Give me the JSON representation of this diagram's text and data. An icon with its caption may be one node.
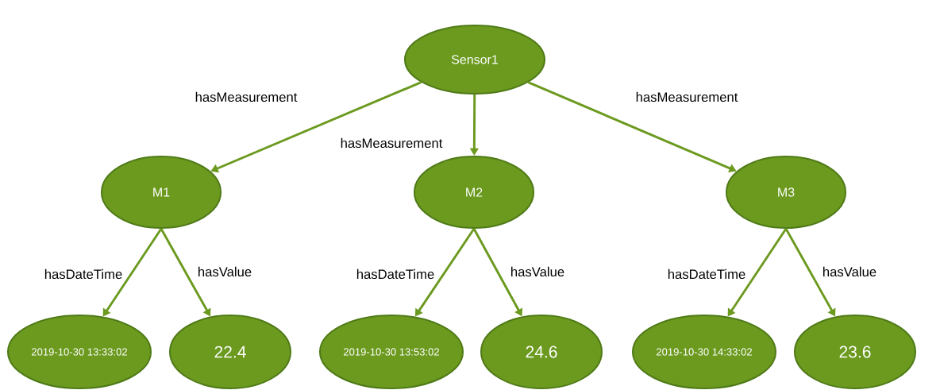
{
  "diagram": {
    "nodes": [
      {
        "text": [
          "Sensor1"
        ]
      },
      {
        "text": [
          "M1"
        ]
      },
      {
        "text": [
          "M2"
        ]
      },
      {
        "text": [
          "M3"
        ]
      },
      {
        "text": [
          "2019-10-30 13:33:02"
        ]
      },
      {
        "text": [
          "22.4"
        ]
      },
      {
        "text": [
          "2019-10-30 13:53:02"
        ]
      },
      {
        "text": [
          "24.6"
        ]
      },
      {
        "text": [
          "2019-10-30 14:33:02"
        ]
      },
      {
        "text": [
          "23.6"
        ]
      }
    ],
    "edges": [
      {
        "from": 0,
        "to": 1,
        "arrow": "to",
        "label": "hasMeasurement"
      },
      {
        "from": 0,
        "to": 2,
        "arrow": "to",
        "label": "hasMeasurement"
      },
      {
        "from": 0,
        "to": 3,
        "arrow": "to",
        "label": "hasMeasurement"
      },
      {
        "from": 1,
        "to": 4,
        "arrow": "to",
        "label": "hasDateTime"
      },
      {
        "from": 1,
        "to": 5,
        "arrow": "to",
        "label": "hasValue"
      },
      {
        "from": 2,
        "to": 6,
        "arrow": "to",
        "label": "hasDateTime"
      },
      {
        "from": 2,
        "to": 7,
        "arrow": "to",
        "label": "hasValue"
      },
      {
        "from": 3,
        "to": 8,
        "arrow": "to",
        "label": "hasDateTime"
      },
      {
        "from": 3,
        "to": 9,
        "arrow": "to",
        "label": "hasValue"
      }
    ]
  }
}
